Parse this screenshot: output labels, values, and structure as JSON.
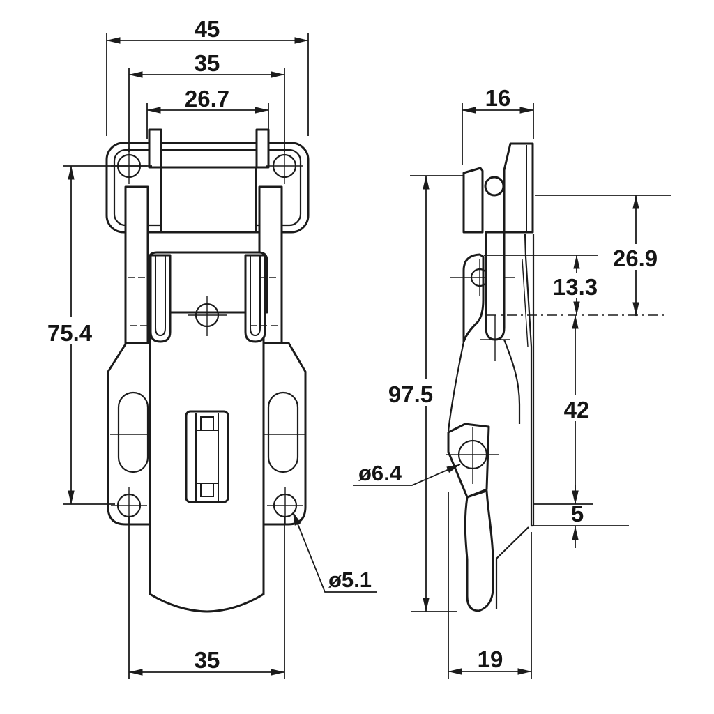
{
  "drawing": {
    "type": "engineering-dimension-drawing",
    "subject": "draw latch / toggle catch, two orthographic views",
    "background_color": "#ffffff",
    "line_color": "#1b1b1b",
    "views": {
      "front": {
        "name": "front view"
      },
      "side": {
        "name": "side profile view"
      }
    },
    "dimensions": {
      "front": {
        "overall_width": "45",
        "hole_spacing_width": "35",
        "inner_tab_width": "26.7",
        "hole_span_height": "75.4",
        "bottom_hole_spacing": "35",
        "hole_diameter": "ø5.1"
      },
      "side": {
        "depth": "16",
        "upper_height": "26.9",
        "eyelet_offset": "13.3",
        "overall_height": "97.5",
        "hole_span": "42",
        "hole_diameter": "ø6.4",
        "foot_step": "5",
        "base_depth": "19"
      }
    }
  }
}
